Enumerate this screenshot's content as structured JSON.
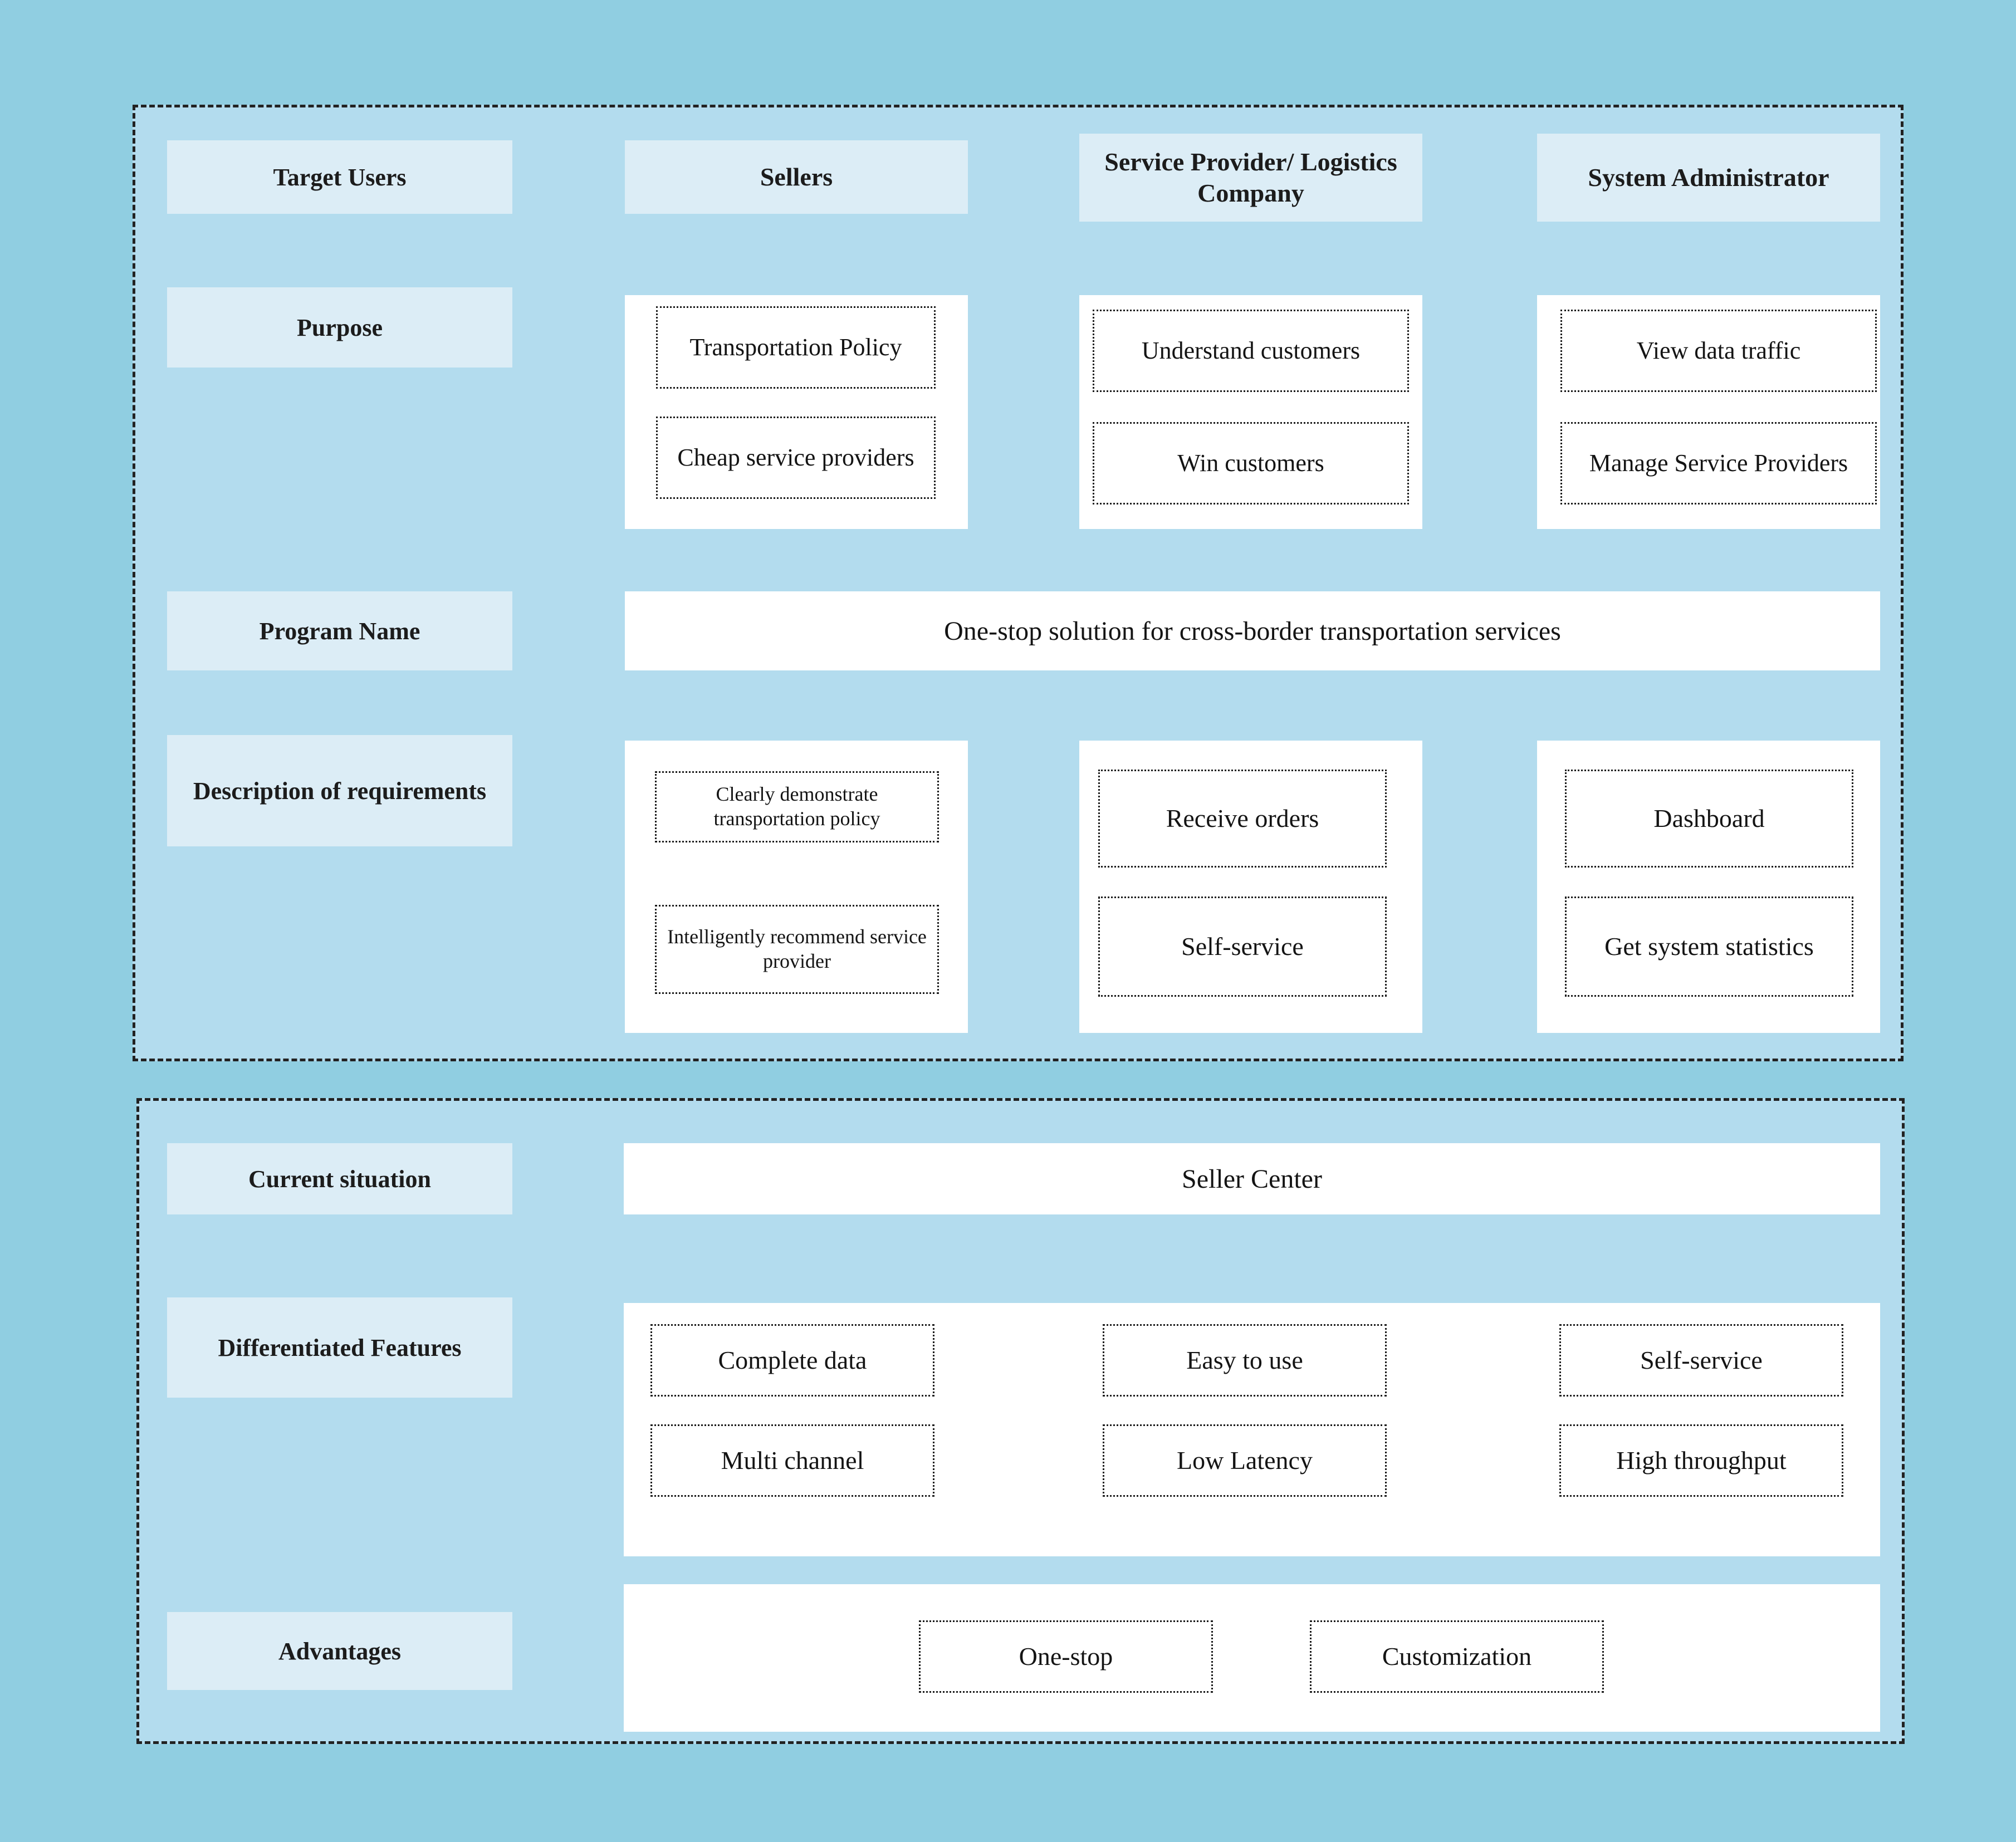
{
  "colors": {
    "page_background": "#90cee1",
    "panel_background": "#b3dcee",
    "label_chip": "#dcedf6",
    "card": "#ffffff",
    "text": "#141414",
    "border": "#1a1a1a"
  },
  "top_panel": {
    "row_labels": {
      "target_users": "Target Users",
      "purpose": "Purpose",
      "program_name": "Program Name",
      "description_of_requirements": "Description of requirements"
    },
    "columns": [
      {
        "header": "Sellers",
        "purpose": [
          "Transportation Policy",
          "Cheap service providers"
        ],
        "requirements": [
          "Clearly demonstrate transportation policy",
          "Intelligently recommend service provider"
        ]
      },
      {
        "header": "Service Provider/ Logistics Company",
        "purpose": [
          "Understand customers",
          "Win customers"
        ],
        "requirements": [
          "Receive orders",
          "Self-service"
        ]
      },
      {
        "header": "System Administrator",
        "purpose": [
          "View data traffic",
          "Manage Service Providers"
        ],
        "requirements": [
          "Dashboard",
          "Get system statistics"
        ]
      }
    ],
    "program_name_value": "One-stop solution for cross-border transportation services"
  },
  "bottom_panel": {
    "row_labels": {
      "current_situation": "Current situation",
      "differentiated_features": "Differentiated Features",
      "advantages": "Advantages"
    },
    "current_situation_value": "Seller Center",
    "differentiated_features": [
      [
        "Complete data",
        "Easy to use",
        "Self-service"
      ],
      [
        "Multi channel",
        "Low Latency",
        "High throughput"
      ]
    ],
    "advantages": [
      "One-stop",
      "Customization"
    ]
  }
}
